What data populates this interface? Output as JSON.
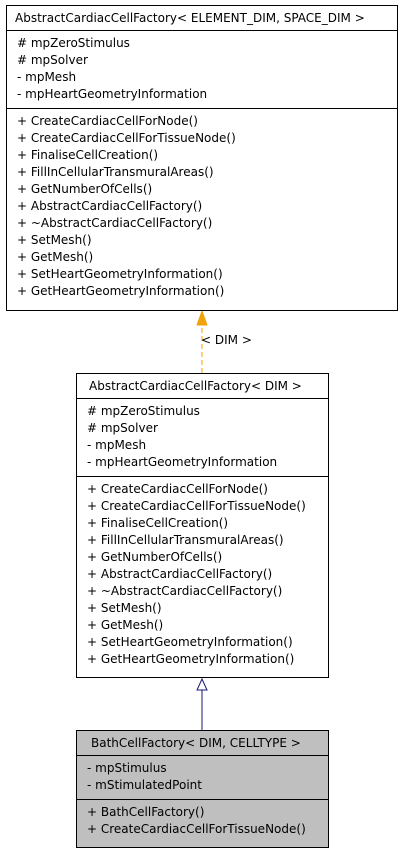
{
  "classes": [
    {
      "title": "AbstractCardiacCellFactory< ELEMENT_DIM, SPACE_DIM >",
      "attributes": [
        "# mpZeroStimulus",
        "# mpSolver",
        "- mpMesh",
        "- mpHeartGeometryInformation"
      ],
      "methods": [
        "+ CreateCardiacCellForNode()",
        "+ CreateCardiacCellForTissueNode()",
        "+ FinaliseCellCreation()",
        "+ FillInCellularTransmuralAreas()",
        "+ GetNumberOfCells()",
        "+ AbstractCardiacCellFactory()",
        "+ ~AbstractCardiacCellFactory()",
        "+ SetMesh()",
        "+ GetMesh()",
        "+ SetHeartGeometryInformation()",
        "+ GetHeartGeometryInformation()"
      ]
    },
    {
      "title": "AbstractCardiacCellFactory< DIM >",
      "attributes": [
        "# mpZeroStimulus",
        "# mpSolver",
        "- mpMesh",
        "- mpHeartGeometryInformation"
      ],
      "methods": [
        "+ CreateCardiacCellForNode()",
        "+ CreateCardiacCellForTissueNode()",
        "+ FinaliseCellCreation()",
        "+ FillInCellularTransmuralAreas()",
        "+ GetNumberOfCells()",
        "+ AbstractCardiacCellFactory()",
        "+ ~AbstractCardiacCellFactory()",
        "+ SetMesh()",
        "+ GetMesh()",
        "+ SetHeartGeometryInformation()",
        "+ GetHeartGeometryInformation()"
      ]
    },
    {
      "title": "BathCellFactory< DIM, CELLTYPE >",
      "attributes": [
        "- mpStimulus",
        "- mStimulatedPoint"
      ],
      "methods": [
        "+ BathCellFactory()",
        "+ CreateCardiacCellForTissueNode()"
      ]
    }
  ],
  "edges": [
    {
      "type": "template-instantiation",
      "label": "< DIM >",
      "color": "#f0a30a"
    },
    {
      "type": "inheritance",
      "label": "",
      "color": "#191970"
    }
  ],
  "colors": {
    "highlight_fill": "#bfbfbf",
    "border": "#000000"
  }
}
